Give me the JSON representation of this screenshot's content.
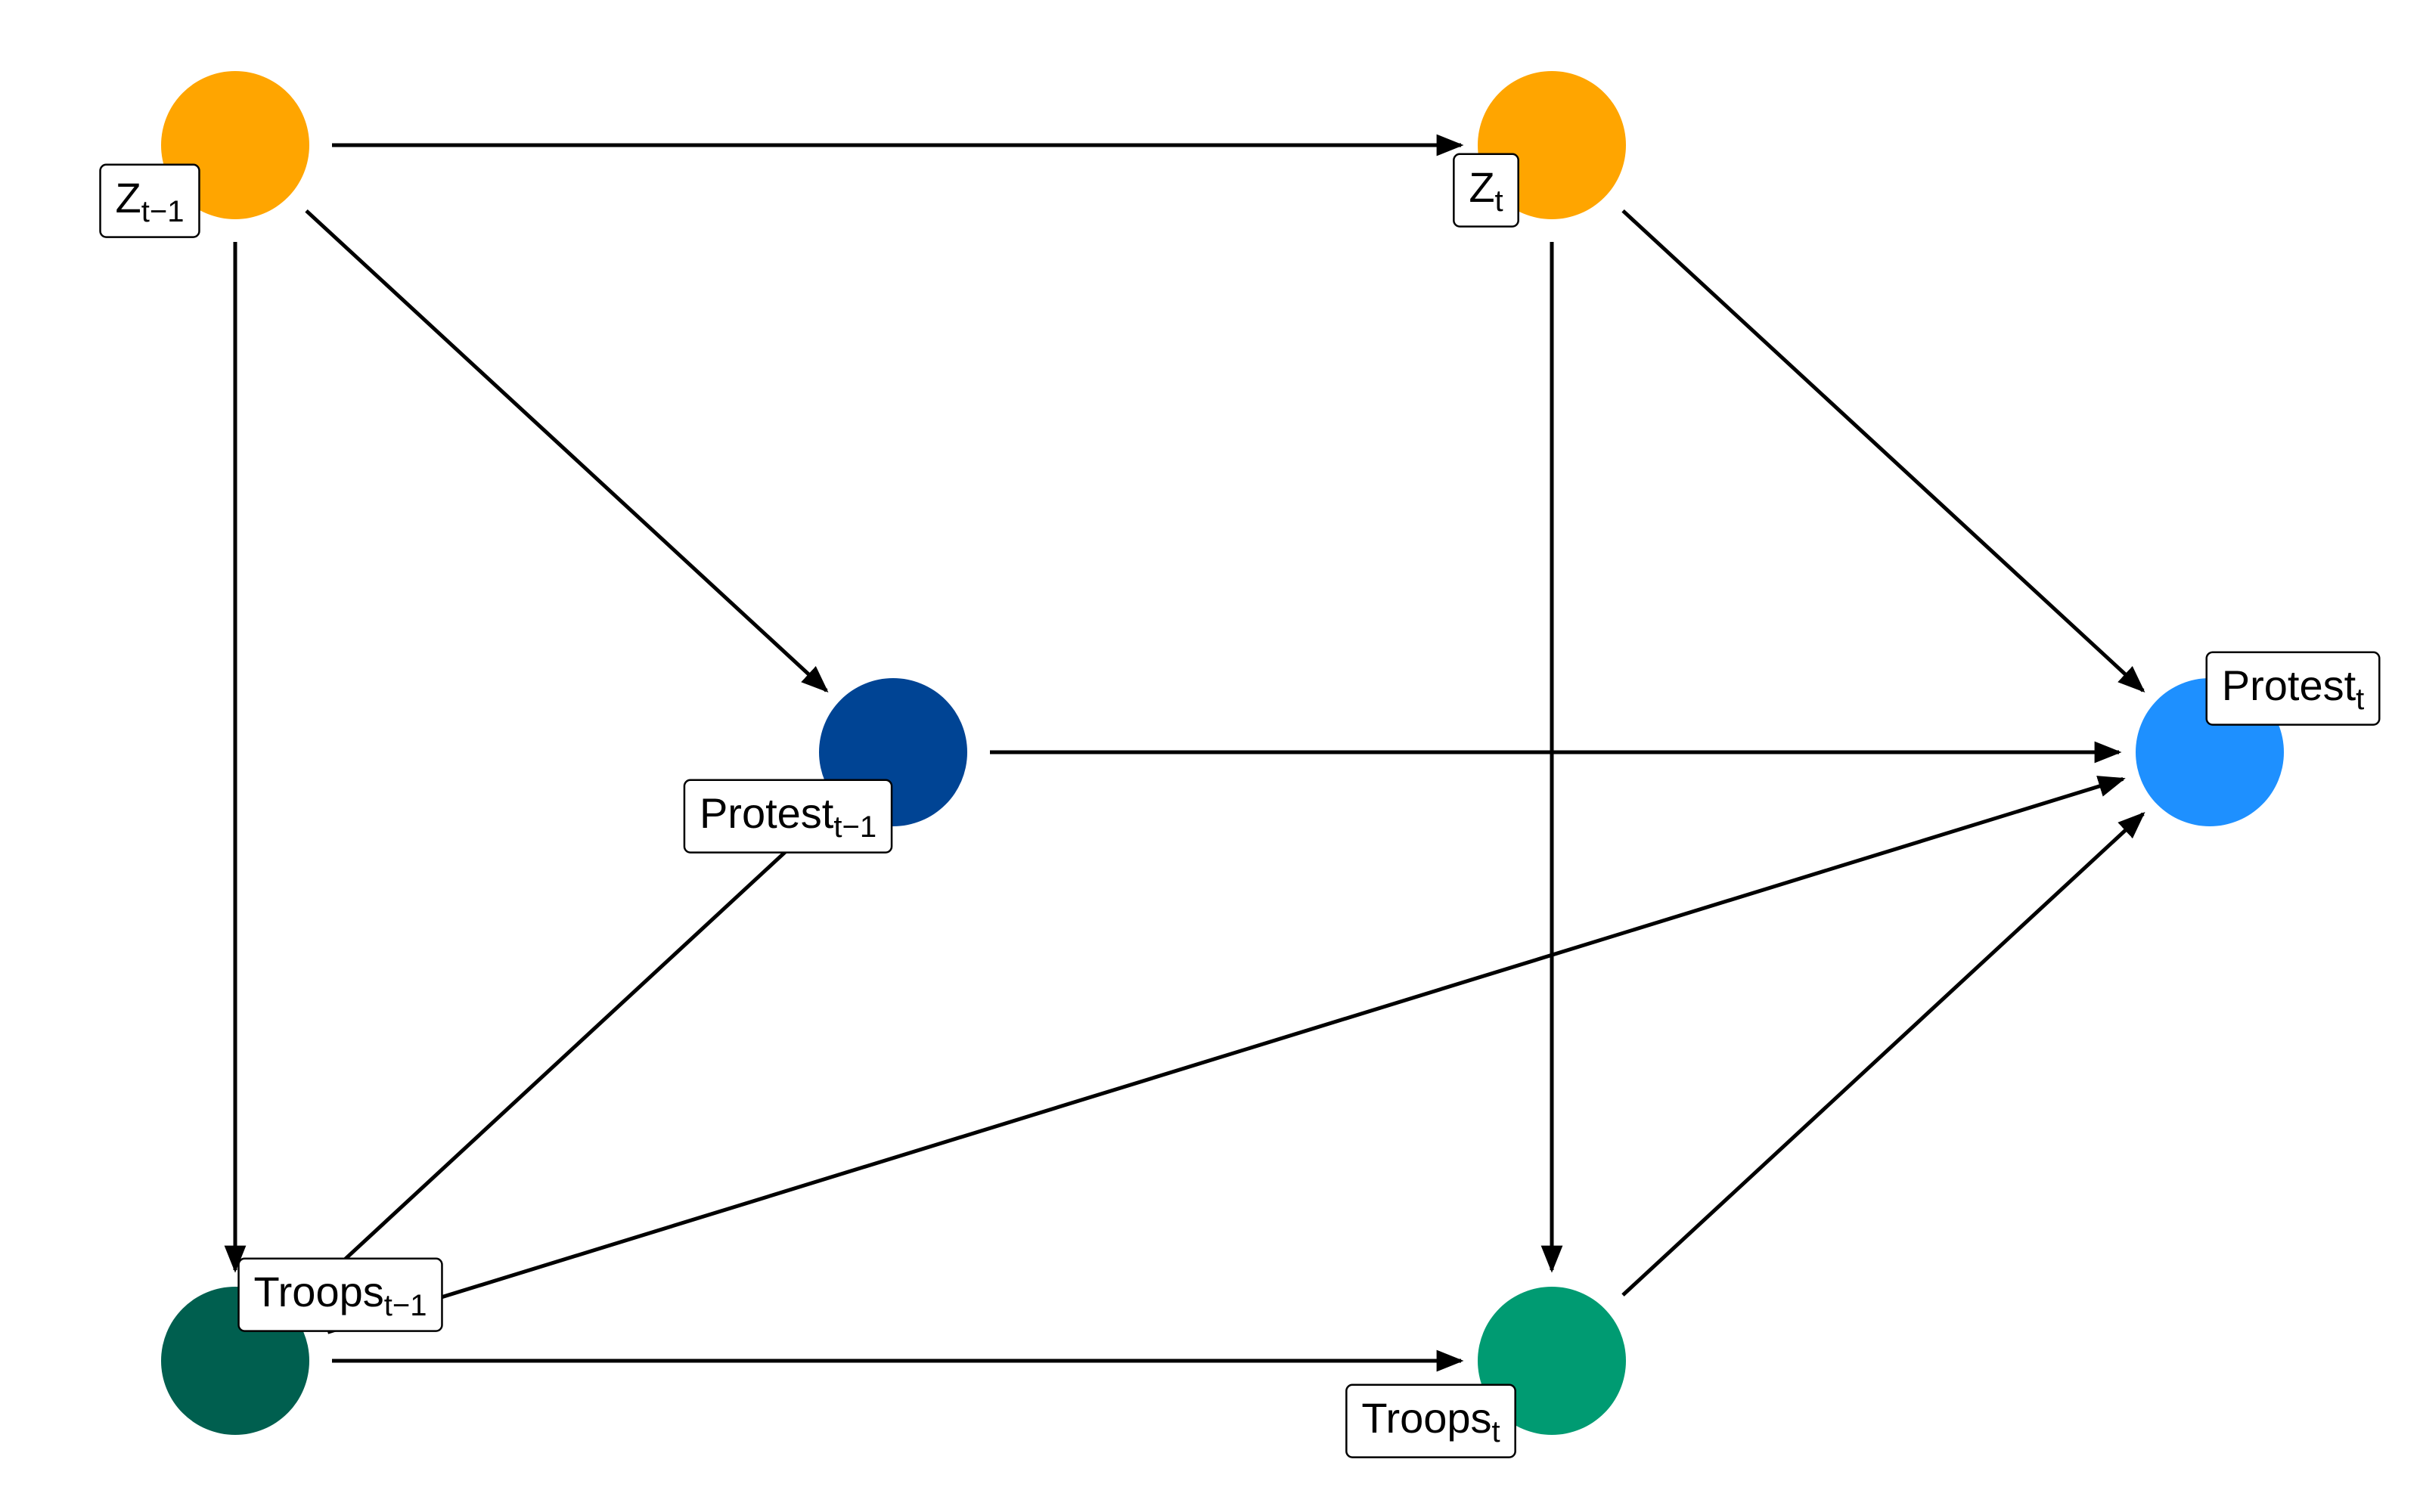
{
  "nodes": [
    {
      "id": "z_prev",
      "name": "Z",
      "sub": "t−1",
      "color": "#FFA500"
    },
    {
      "id": "z_t",
      "name": "Z",
      "sub": "t",
      "color": "#FFA500"
    },
    {
      "id": "protest_prev",
      "name": "Protest",
      "sub": "t−1",
      "color": "#004494"
    },
    {
      "id": "protest_t",
      "name": "Protest",
      "sub": "t",
      "color": "#1E90FF"
    },
    {
      "id": "troops_prev",
      "name": "Troops",
      "sub": "t−1",
      "color": "#005F4F"
    },
    {
      "id": "troops_t",
      "name": "Troops",
      "sub": "t",
      "color": "#009B72"
    }
  ],
  "edges": [
    {
      "from": "z_prev",
      "to": "z_t"
    },
    {
      "from": "z_prev",
      "to": "protest_prev"
    },
    {
      "from": "z_prev",
      "to": "troops_prev"
    },
    {
      "from": "z_t",
      "to": "protest_t"
    },
    {
      "from": "z_t",
      "to": "troops_t"
    },
    {
      "from": "protest_prev",
      "to": "protest_t"
    },
    {
      "from": "protest_prev",
      "to": "troops_prev"
    },
    {
      "from": "troops_prev",
      "to": "protest_t"
    },
    {
      "from": "troops_prev",
      "to": "troops_t"
    },
    {
      "from": "troops_t",
      "to": "protest_t"
    }
  ]
}
